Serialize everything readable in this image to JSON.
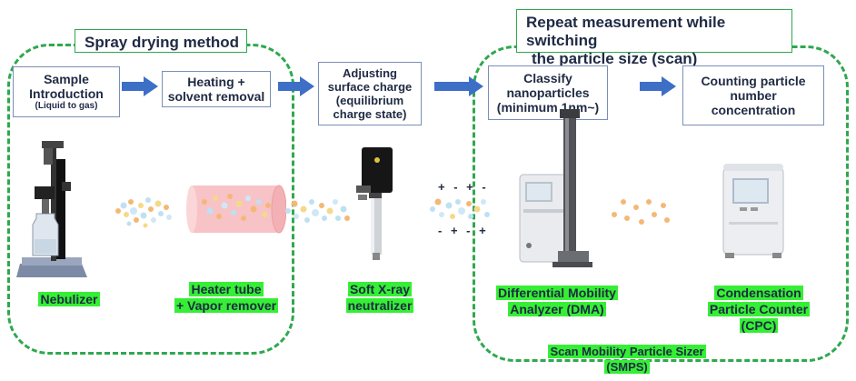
{
  "groups": {
    "spray_title": "Spray drying method",
    "repeat_title_line1": "Repeat measurement while switching",
    "repeat_title_line2": "the particle size (scan)",
    "smps_line1": "Scan Mobility Particle Sizer",
    "smps_line2": "(SMPS)"
  },
  "steps": [
    {
      "line1": "Sample",
      "line2": "Introduction",
      "sub": "(Liquid to gas)"
    },
    {
      "line1": "Heating +",
      "line2": "solvent removal"
    },
    {
      "line1": "Adjusting",
      "line2": "surface charge",
      "line3": "(equilibrium",
      "line4": "charge state)"
    },
    {
      "line1": "Classify",
      "line2": "nanoparticles",
      "line3": "(minimum 1nm~)"
    },
    {
      "line1": "Counting particle",
      "line2": "number",
      "line3": "concentration"
    }
  ],
  "devices": [
    {
      "line1": "Nebulizer"
    },
    {
      "line1": "Heater tube",
      "line2": "+ Vapor remover"
    },
    {
      "line1": "Soft X-ray",
      "line2": "neutralizer"
    },
    {
      "line1": "Differential Mobility",
      "line2": "Analyzer (DMA)"
    },
    {
      "line1": "Condensation",
      "line2": "Particle Counter",
      "line3": "(CPC)"
    }
  ],
  "charges": {
    "top": "+ - + -",
    "bottom": "- + - +"
  },
  "colors": {
    "accent_green": "#2fa84f",
    "highlight": "#35ef35",
    "arrow_blue": "#3d6fc6",
    "text": "#1f2a44"
  }
}
